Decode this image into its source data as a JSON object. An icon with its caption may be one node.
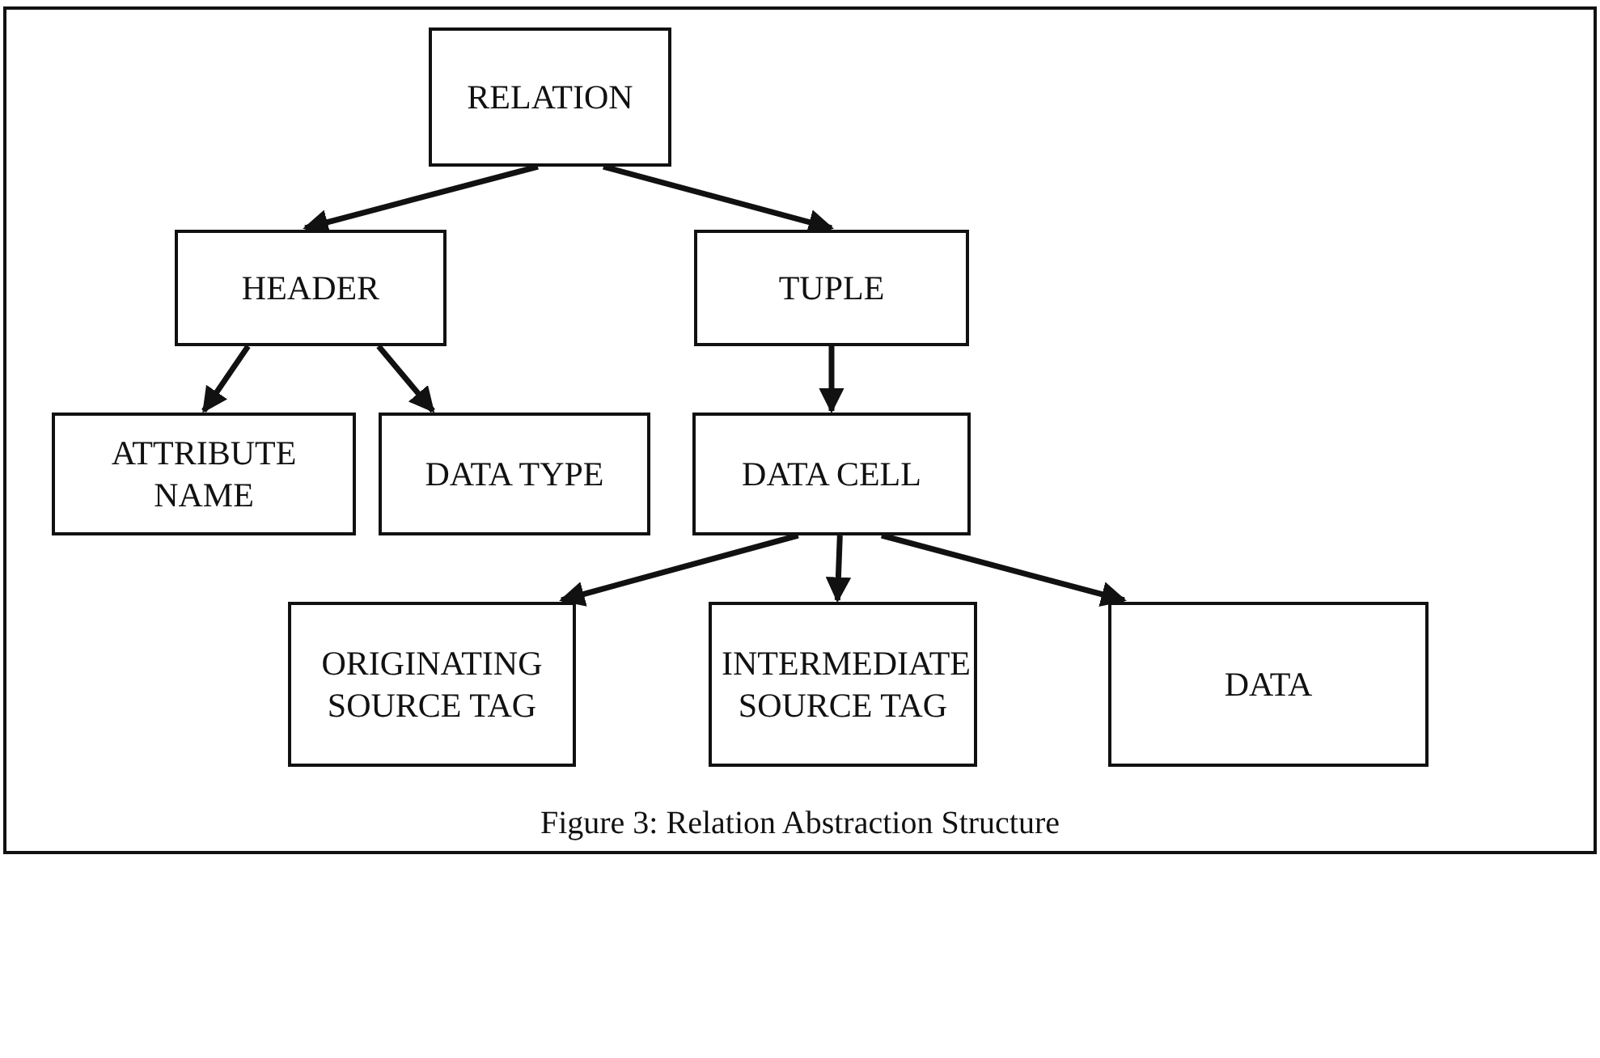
{
  "diagram": {
    "caption": "Figure 3: Relation Abstraction Structure",
    "nodes": [
      {
        "text": [
          "RELATION"
        ]
      },
      {
        "text": [
          "HEADER"
        ]
      },
      {
        "text": [
          "TUPLE"
        ]
      },
      {
        "text": [
          "ATTRIBUTE NAME"
        ]
      },
      {
        "text": [
          "DATA TYPE"
        ]
      },
      {
        "text": [
          "DATA CELL"
        ]
      },
      {
        "text": [
          "ORIGINATING SOURCE TAG"
        ]
      },
      {
        "text": [
          "INTERMEDIATE SOURCE TAG"
        ]
      },
      {
        "text": [
          "DATA"
        ]
      }
    ],
    "edges": [
      {
        "from": 0,
        "to": 1,
        "arrow": "to"
      },
      {
        "from": 0,
        "to": 2,
        "arrow": "to"
      },
      {
        "from": 1,
        "to": 3,
        "arrow": "to"
      },
      {
        "from": 1,
        "to": 4,
        "arrow": "to"
      },
      {
        "from": 2,
        "to": 5,
        "arrow": "to"
      },
      {
        "from": 5,
        "to": 6,
        "arrow": "to"
      },
      {
        "from": 5,
        "to": 7,
        "arrow": "to"
      },
      {
        "from": 5,
        "to": 8,
        "arrow": "to"
      }
    ]
  }
}
